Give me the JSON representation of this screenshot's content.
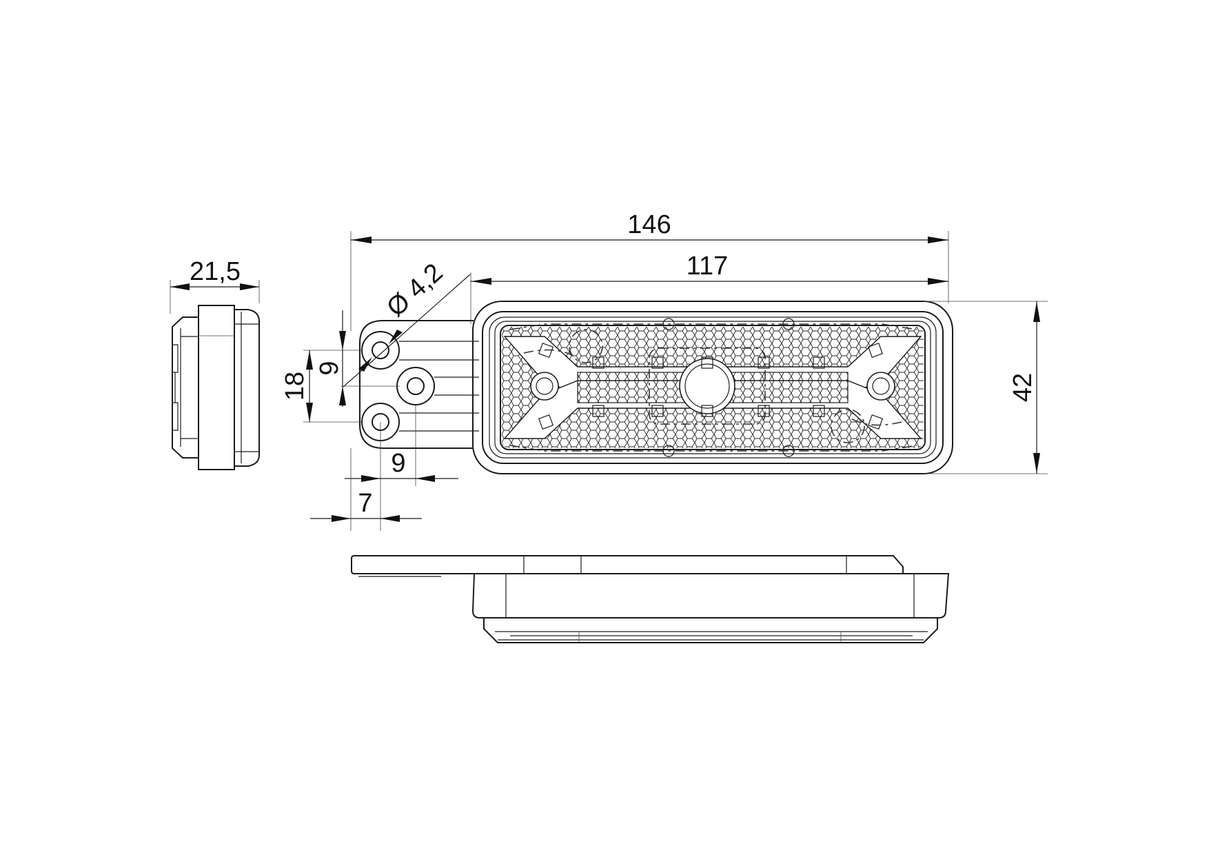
{
  "dimensions": {
    "side_depth": "21,5",
    "overall_length": "146",
    "lens_length": "117",
    "height": "42",
    "hole_diameter": "Ø 4,2",
    "hole_spacing_vertical": "18",
    "hole_offset_vertical": "9",
    "hole_offset_horizontal": "9",
    "hole_edge_offset": "7"
  },
  "colors": {
    "line": "#1a1a1a",
    "background": "#ffffff"
  }
}
